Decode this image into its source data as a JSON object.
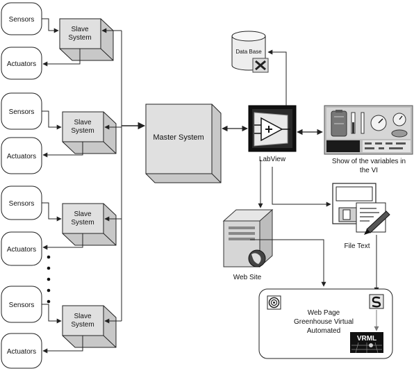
{
  "labels": {
    "sensors": "Sensors",
    "actuators": "Actuators",
    "slave_line1": "Slave",
    "slave_line2": "System",
    "master": "Master System",
    "database": "Data Base",
    "labview": "LabView",
    "show_line1": "Show of the variables in",
    "show_line2": "the VI",
    "file_text": "File Text",
    "web_site": "Web Site",
    "webpage_line1": "Web Page",
    "webpage_line2": "Greenhouse Virtual",
    "webpage_line3": "Automated",
    "vrml": "VRML"
  },
  "colors": {
    "box_fill": "#e0e0e0",
    "box_side": "#c8c8c8",
    "line": "#222222"
  }
}
